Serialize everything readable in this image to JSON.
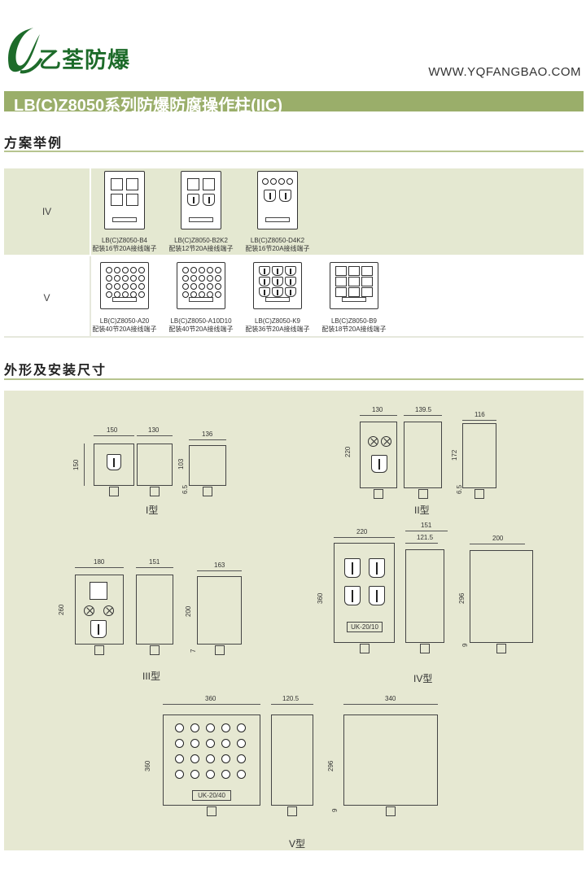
{
  "header": {
    "brand": "乙荃防爆",
    "url": "WWW.YQFANGBAO.COM",
    "title": "LB(C)Z8050系列防爆防腐操作柱(IIC)"
  },
  "colors": {
    "brand_green": "#1d6b2a",
    "band": "#9aae6a",
    "row_bg": "#e4e8d1",
    "drawing_bg": "#e6e8d2"
  },
  "examples": {
    "heading": "方案举例",
    "rows": [
      {
        "label": "IV",
        "items": [
          {
            "model": "LB(C)Z8050-B4",
            "desc": "配装16节20A接线端子"
          },
          {
            "model": "LB(C)Z8050-B2K2",
            "desc": "配装12节20A接线端子"
          },
          {
            "model": "LB(C)Z8050-D4K2",
            "desc": "配装16节20A接线端子"
          }
        ]
      },
      {
        "label": "V",
        "items": [
          {
            "model": "LB(C)Z8050-A20",
            "desc": "配装40节20A接线端子"
          },
          {
            "model": "LB(C)Z8050-A10D10",
            "desc": "配装40节20A接线端子"
          },
          {
            "model": "LB(C)Z8050-K9",
            "desc": "配装36节20A接线端子"
          },
          {
            "model": "LB(C)Z8050-B9",
            "desc": "配装18节20A接线端子"
          }
        ]
      }
    ]
  },
  "dimensions": {
    "heading": "外形及安装尺寸",
    "types": [
      {
        "label": "I型",
        "front_w": "150",
        "front_h": "150",
        "side_w": "130",
        "back_w": "136",
        "mount_h": "103",
        "offset": "6.5"
      },
      {
        "label": "II型",
        "front_w": "130",
        "front_h": "220",
        "side_w": "139.5",
        "back_w": "116",
        "mount_h": "172",
        "offset": "6.5"
      },
      {
        "label": "III型",
        "front_w": "180",
        "front_h": "260",
        "side_w": "151",
        "back_w": "163",
        "mount_h": "200",
        "offset": "7"
      },
      {
        "label": "IV型",
        "front_w": "220",
        "front_h": "360",
        "side_w": "151",
        "side_w2": "121.5",
        "back_w": "200",
        "mount_h": "296",
        "offset": "9",
        "plate": "UK-20/10"
      },
      {
        "label": "V型",
        "front_w": "360",
        "front_h": "360",
        "side_w": "120.5",
        "back_w": "340",
        "mount_h": "296",
        "offset": "9",
        "plate": "UK-20/40"
      }
    ]
  }
}
